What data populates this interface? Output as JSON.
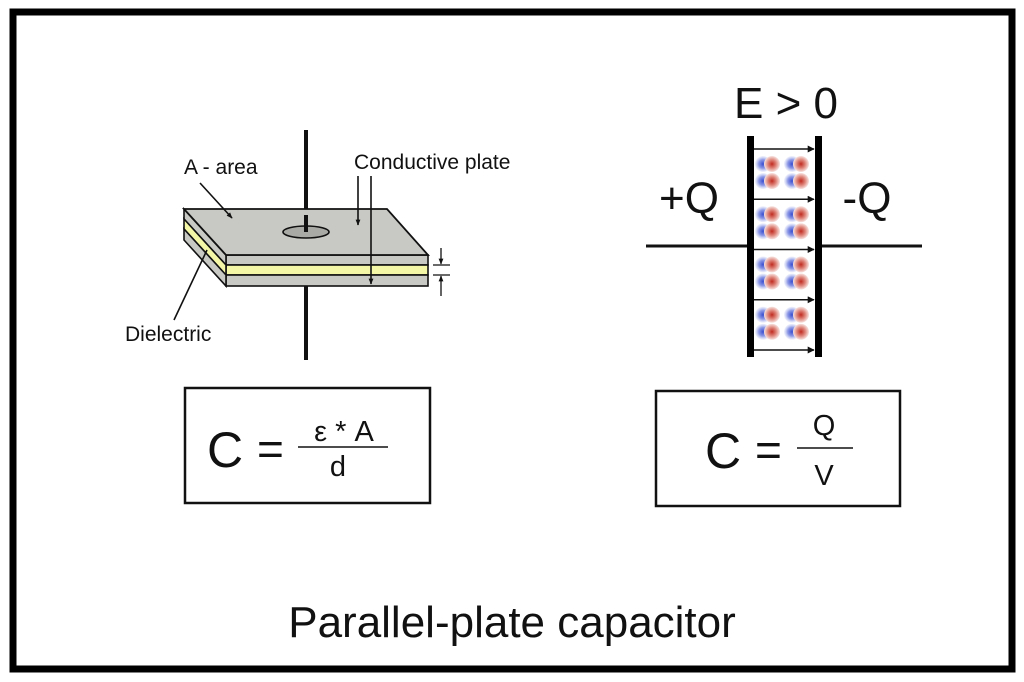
{
  "title": "Parallel-plate capacitor",
  "left_diagram": {
    "labels": {
      "area": "A - area",
      "conductive_plate": "Conductive plate",
      "dielectric": "Dielectric"
    },
    "colors": {
      "plate": "#c8c9c4",
      "plate_hole": "#a9aaa5",
      "dielectric": "#f4f7a6",
      "outline": "#111111"
    }
  },
  "right_diagram": {
    "field_label": "E > 0",
    "positive_charge": "+Q",
    "negative_charge": "-Q",
    "field_arrow_count": 5,
    "dipole_groups": 4,
    "dipoles_per_group_rows": 2,
    "dipoles_per_row": 2,
    "colors": {
      "dipole_negative": "#3b4fd0",
      "dipole_positive": "#c8372b"
    }
  },
  "formulas": {
    "geometric": {
      "lhs": "C",
      "equals": "=",
      "numerator": "ε * A",
      "denominator": "d"
    },
    "definition": {
      "lhs": "C",
      "equals": "=",
      "numerator": "Q",
      "denominator": "V"
    }
  }
}
